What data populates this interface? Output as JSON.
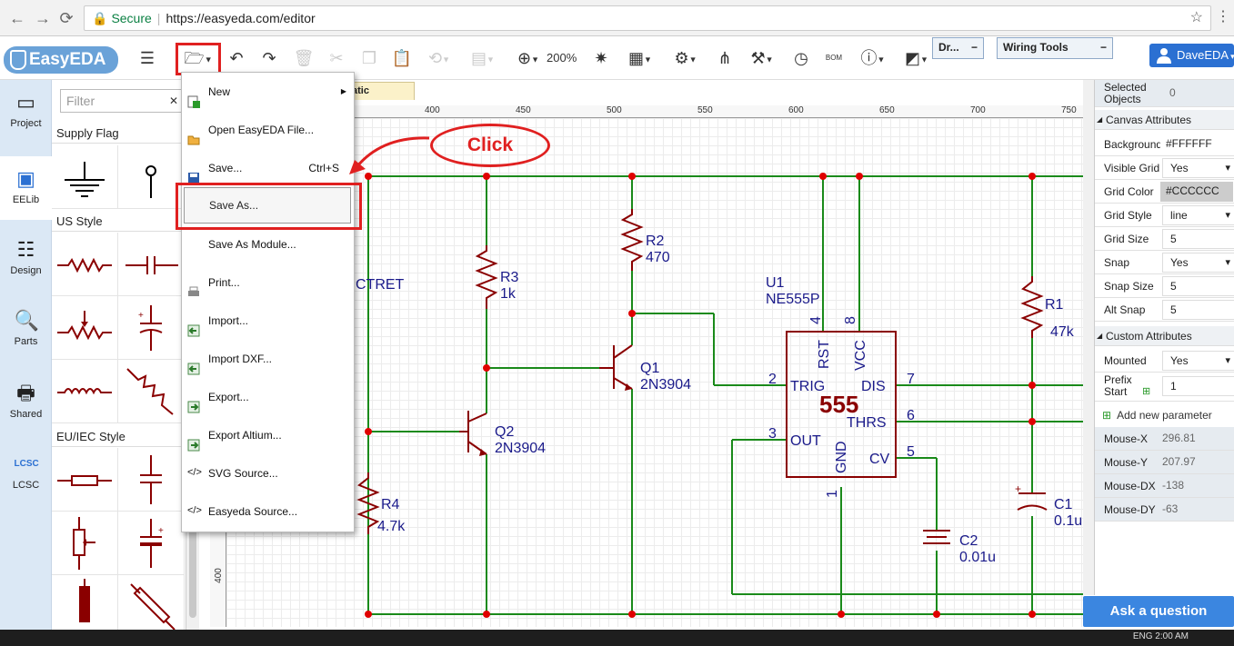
{
  "browser": {
    "secure_label": "Secure",
    "url": "https://easyeda.com/editor",
    "back_icon": "arrow-left-icon",
    "reload_icon": "reload-icon"
  },
  "toolbar": {
    "logo_text": "EasyEDA",
    "zoom_label": "200%",
    "drawing_panel_label": "Dr...",
    "wiring_panel_label": "Wiring Tools",
    "user_label": "DaveEDA"
  },
  "left_nav": [
    {
      "label": "Project",
      "icon": "folder-icon"
    },
    {
      "label": "EELib",
      "icon": "chip-icon"
    },
    {
      "label": "Design",
      "icon": "list-icon"
    },
    {
      "label": "Parts",
      "icon": "magnifier-icon"
    },
    {
      "label": "Shared",
      "icon": "share-icon"
    },
    {
      "label": "LCSC",
      "icon": "lcsc-icon"
    }
  ],
  "library": {
    "filter_placeholder": "Filter",
    "sections": [
      "Supply Flag",
      "US Style",
      "EU/IEC Style"
    ]
  },
  "canvas": {
    "tab_label": "atic",
    "ruler_top": [
      "400",
      "450",
      "500",
      "550",
      "600",
      "650",
      "700",
      "750"
    ],
    "ruler_left": [
      "400"
    ]
  },
  "schematic": {
    "labels": {
      "electret": "CTRET",
      "r2_name": "R2",
      "r2_value": "470",
      "r3_name": "R3",
      "r3_value": "1k",
      "r4_name": "R4",
      "r4_value": "4.7k",
      "r1_name": "R1",
      "r1_value": "47k",
      "q1_name": "Q1",
      "q1_value": "2N3904",
      "q2_name": "Q2",
      "q2_value": "2N3904",
      "u1_name": "U1",
      "u1_value": "NE555P",
      "ic_text": "555",
      "pin_rst": "RST",
      "pin_vcc": "VCC",
      "pin_trig": "TRIG",
      "pin_dis": "DIS",
      "pin_thrs": "THRS",
      "pin_out": "OUT",
      "pin_gnd": "GND",
      "pin_cv": "CV",
      "pin4": "4",
      "pin8": "8",
      "pin2": "2",
      "pin7": "7",
      "pin6": "6",
      "pin3": "3",
      "pin5": "5",
      "pin1": "1",
      "c1_name": "C1",
      "c1_value": "0.1u",
      "c2_name": "C2",
      "c2_value": "0.01u"
    }
  },
  "file_menu": {
    "items": [
      {
        "label": "New",
        "icon": "new-file-icon",
        "submenu": true
      },
      {
        "label": "Open EasyEDA File...",
        "icon": "folder-open-icon"
      },
      {
        "label": "Save...",
        "icon": "floppy-icon",
        "shortcut": "Ctrl+S"
      },
      {
        "label": "Save As...",
        "icon": "none"
      },
      {
        "label": "Save As Module...",
        "icon": "none"
      },
      {
        "label": "Print...",
        "icon": "printer-icon"
      },
      {
        "label": "Import...",
        "icon": "import-icon"
      },
      {
        "label": "Import DXF...",
        "icon": "import-icon"
      },
      {
        "label": "Export...",
        "icon": "export-icon"
      },
      {
        "label": "Export Altium...",
        "icon": "export-icon"
      },
      {
        "label": "SVG Source...",
        "icon": "code-icon"
      },
      {
        "label": "Easyeda Source...",
        "icon": "code-icon"
      }
    ]
  },
  "annotation": {
    "callout_text": "Click"
  },
  "properties": {
    "selected_label": "Selected Objects",
    "selected_value": "0",
    "canvas_section": "Canvas Attributes",
    "rows": [
      {
        "key": "Background",
        "value": "#FFFFFF"
      },
      {
        "key": "Visible Grid",
        "value": "Yes"
      },
      {
        "key": "Grid Color",
        "value": "#CCCCCC"
      },
      {
        "key": "Grid Style",
        "value": "line"
      },
      {
        "key": "Grid Size",
        "value": "5"
      },
      {
        "key": "Snap",
        "value": "Yes"
      },
      {
        "key": "Snap Size",
        "value": "5"
      },
      {
        "key": "Alt Snap",
        "value": "5"
      }
    ],
    "custom_section": "Custom Attributes",
    "mounted_key": "Mounted",
    "mounted_value": "Yes",
    "prefix_key": "Prefix Start",
    "prefix_value": "1",
    "add_param": "Add new parameter",
    "mouse": [
      {
        "key": "Mouse-X",
        "value": "296.81"
      },
      {
        "key": "Mouse-Y",
        "value": "207.97"
      },
      {
        "key": "Mouse-DX",
        "value": "-138"
      },
      {
        "key": "Mouse-DY",
        "value": "-63"
      }
    ],
    "ask_button": "Ask a question"
  },
  "taskbar": {
    "tray_text": "ENG  2:00 AM"
  },
  "colors": {
    "wire": "#1a8a1a",
    "junction": "#e00000",
    "component": "#8a0000",
    "label": "#1a1a8a",
    "highlight": "#e02020"
  }
}
